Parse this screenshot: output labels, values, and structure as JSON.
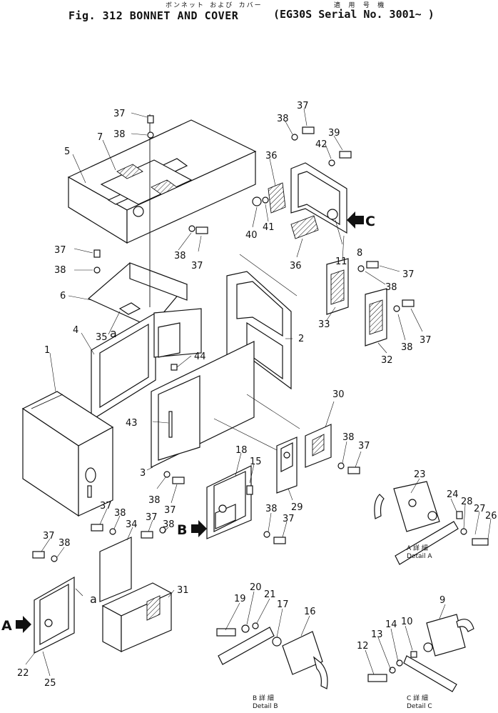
{
  "header": {
    "jp_title": "ボンネット および カバー",
    "fig_title": "Fig. 312  BONNET AND COVER",
    "jp_serial": "適 用 号 機",
    "serial_title": "(EG30S Serial No. 3001~ )"
  },
  "view_arrows": {
    "a": "A",
    "b": "B",
    "c": "C"
  },
  "connectors": {
    "a1": "a",
    "a2": "a"
  },
  "details": {
    "a": {
      "jp": "A 詳 細",
      "en": "Detail A"
    },
    "b": {
      "jp": "B 詳 細",
      "en": "Detail B"
    },
    "c": {
      "jp": "C 詳 細",
      "en": "Detail C"
    }
  },
  "callouts": {
    "c1": "1",
    "c2": "2",
    "c3": "3",
    "c4": "4",
    "c5": "5",
    "c6": "6",
    "c7": "7",
    "c8": "8",
    "c9": "9",
    "c10": "10",
    "c11": "11",
    "c12": "12",
    "c13": "13",
    "c14": "14",
    "c15": "15",
    "c16": "16",
    "c17": "17",
    "c18": "18",
    "c19": "19",
    "c20": "20",
    "c21": "21",
    "c22": "22",
    "c23": "23",
    "c24": "24",
    "c25": "25",
    "c26": "26",
    "c27": "27",
    "c28": "28",
    "c29": "29",
    "c30": "30",
    "c31": "31",
    "c32": "32",
    "c33": "33",
    "c34": "34",
    "c35": "35",
    "c36a": "36",
    "c36b": "36",
    "c37a": "37",
    "c37b": "37",
    "c37c": "37",
    "c37d": "37",
    "c37e": "37",
    "c37f": "37",
    "c37g": "37",
    "c37h": "37",
    "c37i": "37",
    "c37j": "37",
    "c37k": "37",
    "c37l": "37",
    "c38a": "38",
    "c38b": "38",
    "c38c": "38",
    "c38d": "38",
    "c38e": "38",
    "c38f": "38",
    "c38g": "38",
    "c38h": "38",
    "c38i": "38",
    "c38j": "38",
    "c38k": "38",
    "c38l": "38",
    "c39": "39",
    "c40": "40",
    "c41": "41",
    "c42": "42",
    "c43": "43",
    "c44": "44"
  }
}
